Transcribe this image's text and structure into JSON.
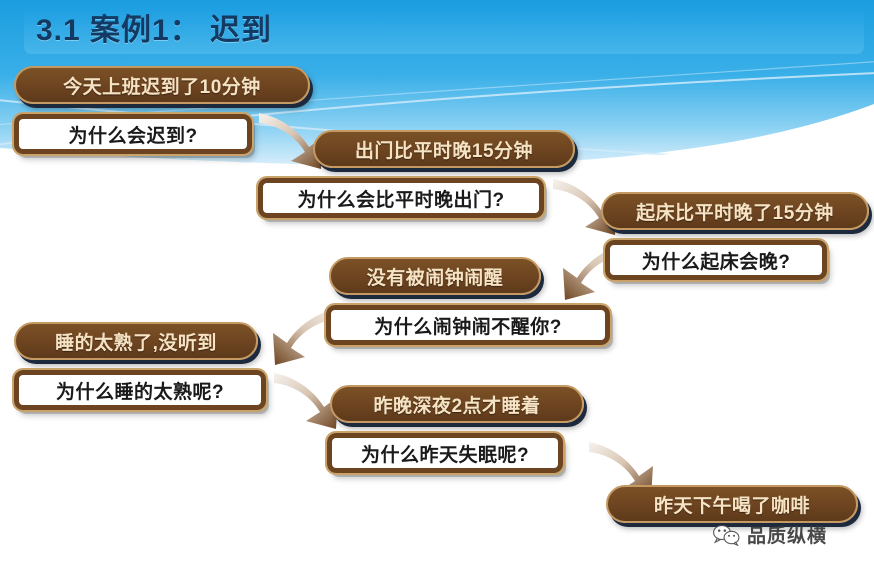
{
  "slide": {
    "title": "3.1 案例1： 迟到",
    "background_color": "#ffffff"
  },
  "banner": {
    "color_top": "#1f9fe0",
    "color_bottom": "#7ecbf0",
    "accent_color": "#123a63"
  },
  "colors": {
    "fact_fill": "#6d4420",
    "fact_border": "#c59a62",
    "fact_text": "#f6e3c4",
    "why_fill": "#ffffff",
    "why_border": "#6d4420",
    "why_outline": "#c9a36a",
    "why_text": "#1a1a1a",
    "arrow_light": "#f2ece6",
    "arrow_dark": "#6d4420",
    "shadow": "#1d2a3d"
  },
  "nodes": [
    {
      "id": "n1",
      "kind": "fact",
      "text": "今天上班迟到了10分钟"
    },
    {
      "id": "n2",
      "kind": "why",
      "text": "为什么会迟到?"
    },
    {
      "id": "n3",
      "kind": "fact",
      "text": "出门比平时晚15分钟"
    },
    {
      "id": "n4",
      "kind": "why",
      "text": "为什么会比平时晚出门?"
    },
    {
      "id": "n5",
      "kind": "fact",
      "text": "起床比平时晚了15分钟"
    },
    {
      "id": "n6",
      "kind": "why",
      "text": "为什么起床会晚?"
    },
    {
      "id": "n7",
      "kind": "fact",
      "text": "没有被闹钟闹醒"
    },
    {
      "id": "n8",
      "kind": "why",
      "text": "为什么闹钟闹不醒你?"
    },
    {
      "id": "n9",
      "kind": "fact",
      "text": "睡的太熟了,没听到"
    },
    {
      "id": "n10",
      "kind": "why",
      "text": "为什么睡的太熟呢?"
    },
    {
      "id": "n11",
      "kind": "fact",
      "text": "昨晚深夜2点才睡着"
    },
    {
      "id": "n12",
      "kind": "why",
      "text": "为什么昨天失眠呢?"
    },
    {
      "id": "n13",
      "kind": "fact",
      "text": "昨天下午喝了咖啡"
    }
  ],
  "arrows": [
    {
      "id": "a1",
      "direction": "down-right",
      "from": "n2",
      "to": "n3"
    },
    {
      "id": "a2",
      "direction": "down-right",
      "from": "n4",
      "to": "n5"
    },
    {
      "id": "a3",
      "direction": "down-left",
      "from": "n6",
      "to": "n7"
    },
    {
      "id": "a4",
      "direction": "down-left",
      "from": "n8",
      "to": "n9"
    },
    {
      "id": "a5",
      "direction": "down-right",
      "from": "n10",
      "to": "n11"
    },
    {
      "id": "a6",
      "direction": "down-right",
      "from": "n12",
      "to": "n13"
    }
  ],
  "watermark": {
    "text": "品质纵横",
    "icon": "wechat-icon"
  }
}
